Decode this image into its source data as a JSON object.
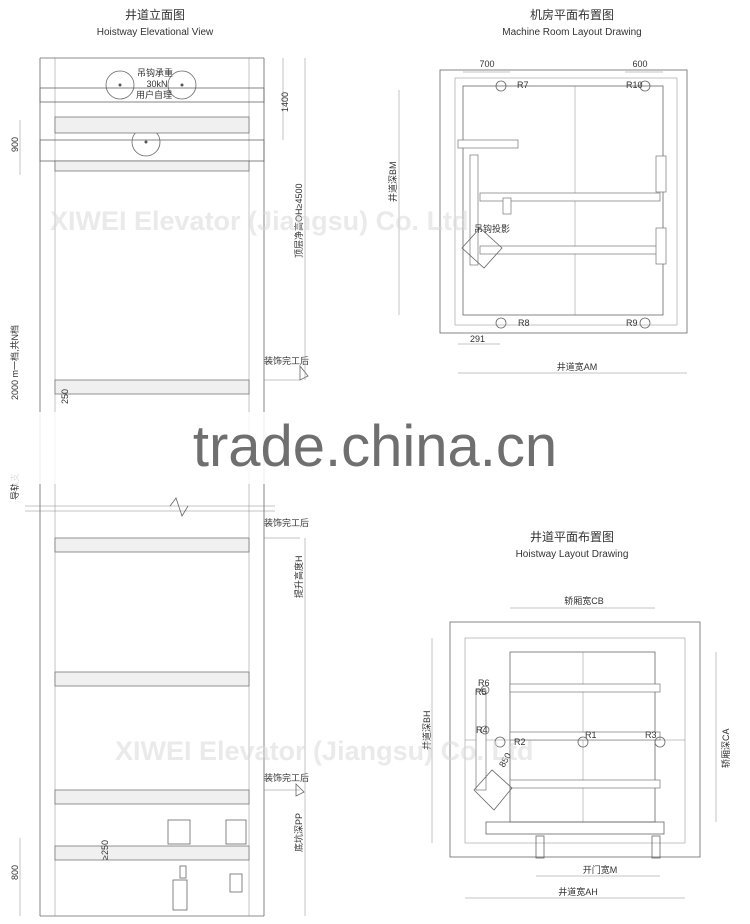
{
  "titles": {
    "hoistway_elev_cn": "井道立面图",
    "hoistway_elev_en": "Hoistway Elevational View",
    "machine_room_cn": "机房平面布置图",
    "machine_room_en": "Machine Room Layout Drawing",
    "hoistway_layout_cn": "井道平面布置图",
    "hoistway_layout_en": "Hoistway Layout Drawing"
  },
  "elevation": {
    "hook_load_line1": "吊钩承重",
    "hook_load_line2": "30kN",
    "hook_load_line3": "用户自理",
    "dim_1400": "1400",
    "dim_900": "900",
    "overhead": "顶层净高OH≥4500",
    "rail_bracket": "2000 m一档,共N档",
    "rail_label": "导轨支",
    "finish_1": "装饰完工后",
    "finish_2": "装饰完工后",
    "finish_3": "装饰完工后",
    "travel": "提升高度H",
    "pit_depth": "底坑深PP",
    "dim_250_a": "250",
    "dim_250_b": "≥250",
    "dim_800": "800"
  },
  "machine_room": {
    "dim_700": "700",
    "dim_600": "600",
    "r7": "R7",
    "r10": "R10",
    "r8": "R8",
    "r9": "R9",
    "hook_projection": "吊钩投影",
    "depth_bm": "井道深BM",
    "width_am": "井道宽AM",
    "dim_291": "291"
  },
  "hoistway": {
    "car_width": "轿厢宽CB",
    "car_depth": "轿厢深CA",
    "shaft_depth": "井道深BH",
    "shaft_width": "井道宽AH",
    "door_width": "开门宽M",
    "r1": "R1",
    "r2": "R2",
    "r3": "R3",
    "r4": "R4",
    "r5": "R5",
    "r6": "R6",
    "dim_850": "850"
  },
  "watermarks": {
    "top": "XIWEI Elevator (Jiangsu) Co. Ltd",
    "middle": "trade.china.cn",
    "bottom": "XIWEI Elevator (Jiangsu) Co. Ltd"
  }
}
